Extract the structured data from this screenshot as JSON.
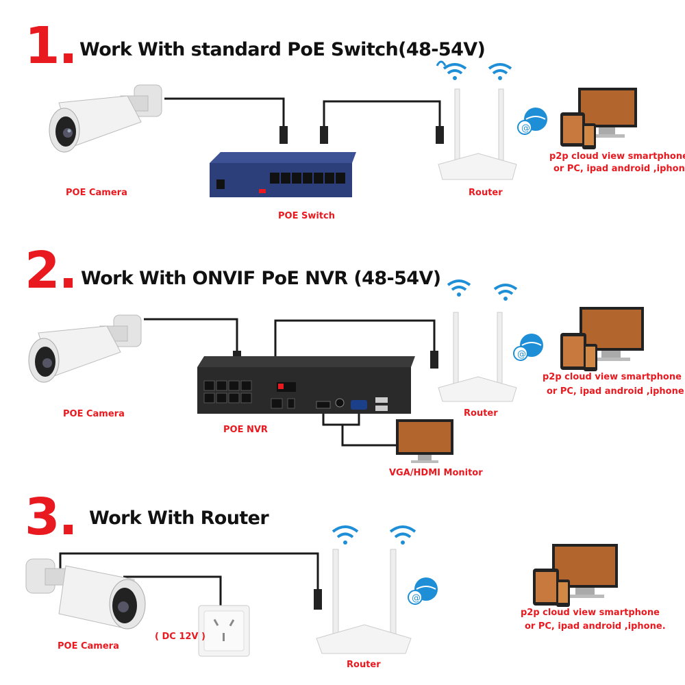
{
  "sections": [
    {
      "number": "1.",
      "title": "Work With standard PoE Switch(48-54V)",
      "camera_label": "POE Camera",
      "device_label": "POE Switch",
      "router_label": "Router",
      "p2p_line1": "p2p cloud  view smartphone",
      "p2p_line2": "or PC, ipad android ,iphone."
    },
    {
      "number": "2.",
      "title": "Work With ONVIF PoE NVR (48-54V)",
      "camera_label": "POE Camera",
      "device_label": "POE NVR",
      "router_label": "Router",
      "monitor_label": "VGA/HDMI Monitor",
      "p2p_line1": "p2p cloud  view smartphone",
      "p2p_line2": "or PC, ipad android ,iphone."
    },
    {
      "number": "3.",
      "title": "Work With Router",
      "camera_label": "POE Camera",
      "power_label": "( DC 12V )",
      "router_label": "Router",
      "p2p_line1": "p2p cloud  view smartphone",
      "p2p_line2": "or PC, ipad android ,iphone."
    }
  ],
  "colors": {
    "accent_red": "#e8191f",
    "switch_blue": "#2d3f7a",
    "nvr_black": "#2a2a2a",
    "cable": "#1a1a1a",
    "wifi_blue": "#1e8fd6"
  },
  "icons": [
    "camera-icon",
    "switch-icon",
    "nvr-icon",
    "router-icon",
    "wifi-icon",
    "cloud-globe-icon",
    "devices-icon",
    "monitor-icon",
    "power-socket-icon"
  ]
}
